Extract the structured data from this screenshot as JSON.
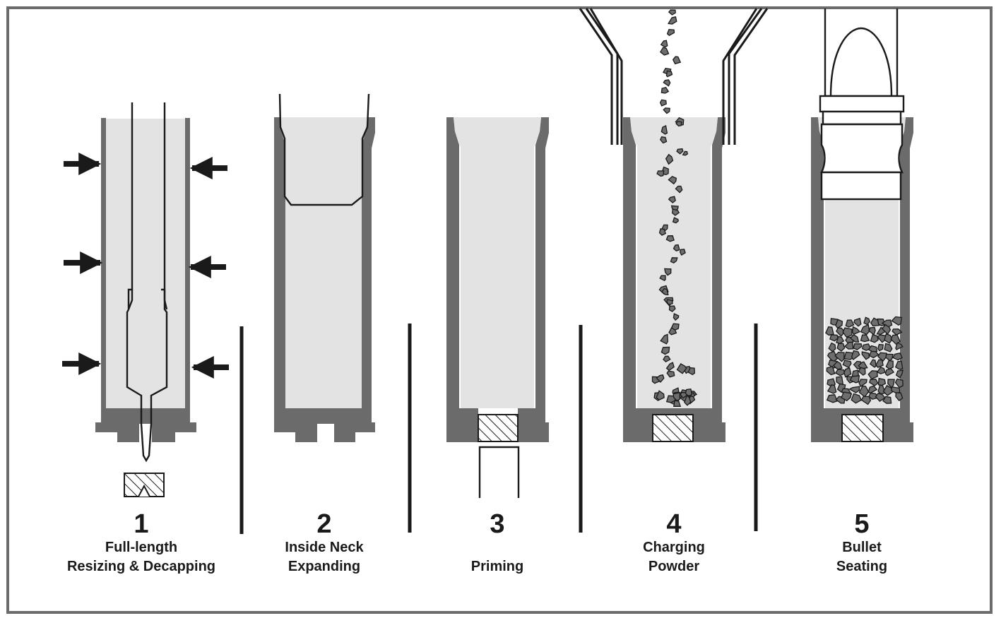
{
  "colors": {
    "case_wall": "#6b6b6b",
    "case_interior": "#e3e3e3",
    "frame": "#6b6b6b",
    "ink": "#1a1a1a",
    "powder": "#6e6e6e"
  },
  "icons": [
    "arrow-icon",
    "hatched-primer-icon",
    "powder-granule-icon",
    "bullet-icon",
    "funnel-icon",
    "expander-plug-icon",
    "decapping-rod-icon"
  ],
  "stages": [
    {
      "number": "1",
      "caption_line1": "Full-length",
      "caption_line2": "Resizing & Decapping"
    },
    {
      "number": "2",
      "caption_line1": "Inside Neck",
      "caption_line2": "Expanding"
    },
    {
      "number": "3",
      "caption_line1": "",
      "caption_line2": "Priming"
    },
    {
      "number": "4",
      "caption_line1": "Charging",
      "caption_line2": "Powder"
    },
    {
      "number": "5",
      "caption_line1": "Bullet",
      "caption_line2": "Seating"
    }
  ]
}
